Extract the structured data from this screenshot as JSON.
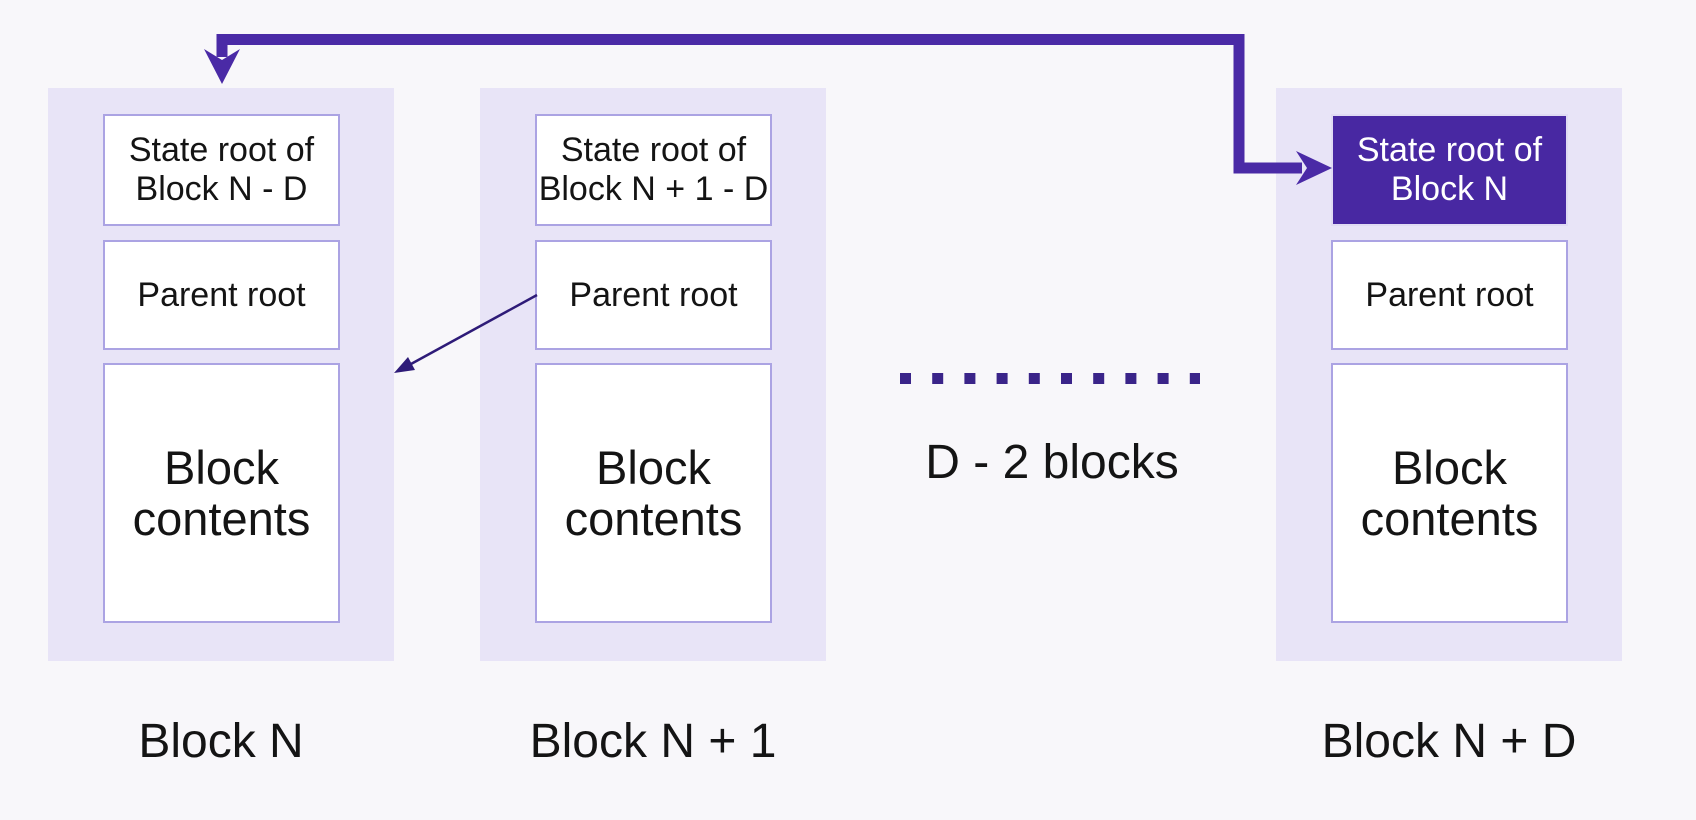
{
  "colors": {
    "page_bg": "#F8F7FA",
    "column_fill": "#E8E4F7",
    "box_fill": "#FFFFFF",
    "box_border": "#ABA3E3",
    "accent_purple": "#4828A2",
    "arrow_thick": "#4A2AA6",
    "arrow_thin": "#2E1B78",
    "dots": "#3A2489",
    "text": "#141414",
    "text_on_purple": "#FFFFFF"
  },
  "blocks": [
    {
      "label": "Block N",
      "state_root_line1": "State root of",
      "state_root_line2": "Block N - D",
      "parent_root": "Parent root",
      "contents": "Block contents",
      "state_root_highlighted": false
    },
    {
      "label": "Block N + 1",
      "state_root_line1": "State root of",
      "state_root_line2": "Block N + 1 - D",
      "parent_root": "Parent root",
      "contents": "Block contents",
      "state_root_highlighted": false
    },
    {
      "label": "Block N + D",
      "state_root_line1": "State root of",
      "state_root_line2": "Block N",
      "parent_root": "Parent root",
      "contents": "Block contents",
      "state_root_highlighted": true
    }
  ],
  "gap_label": "D - 2 blocks"
}
